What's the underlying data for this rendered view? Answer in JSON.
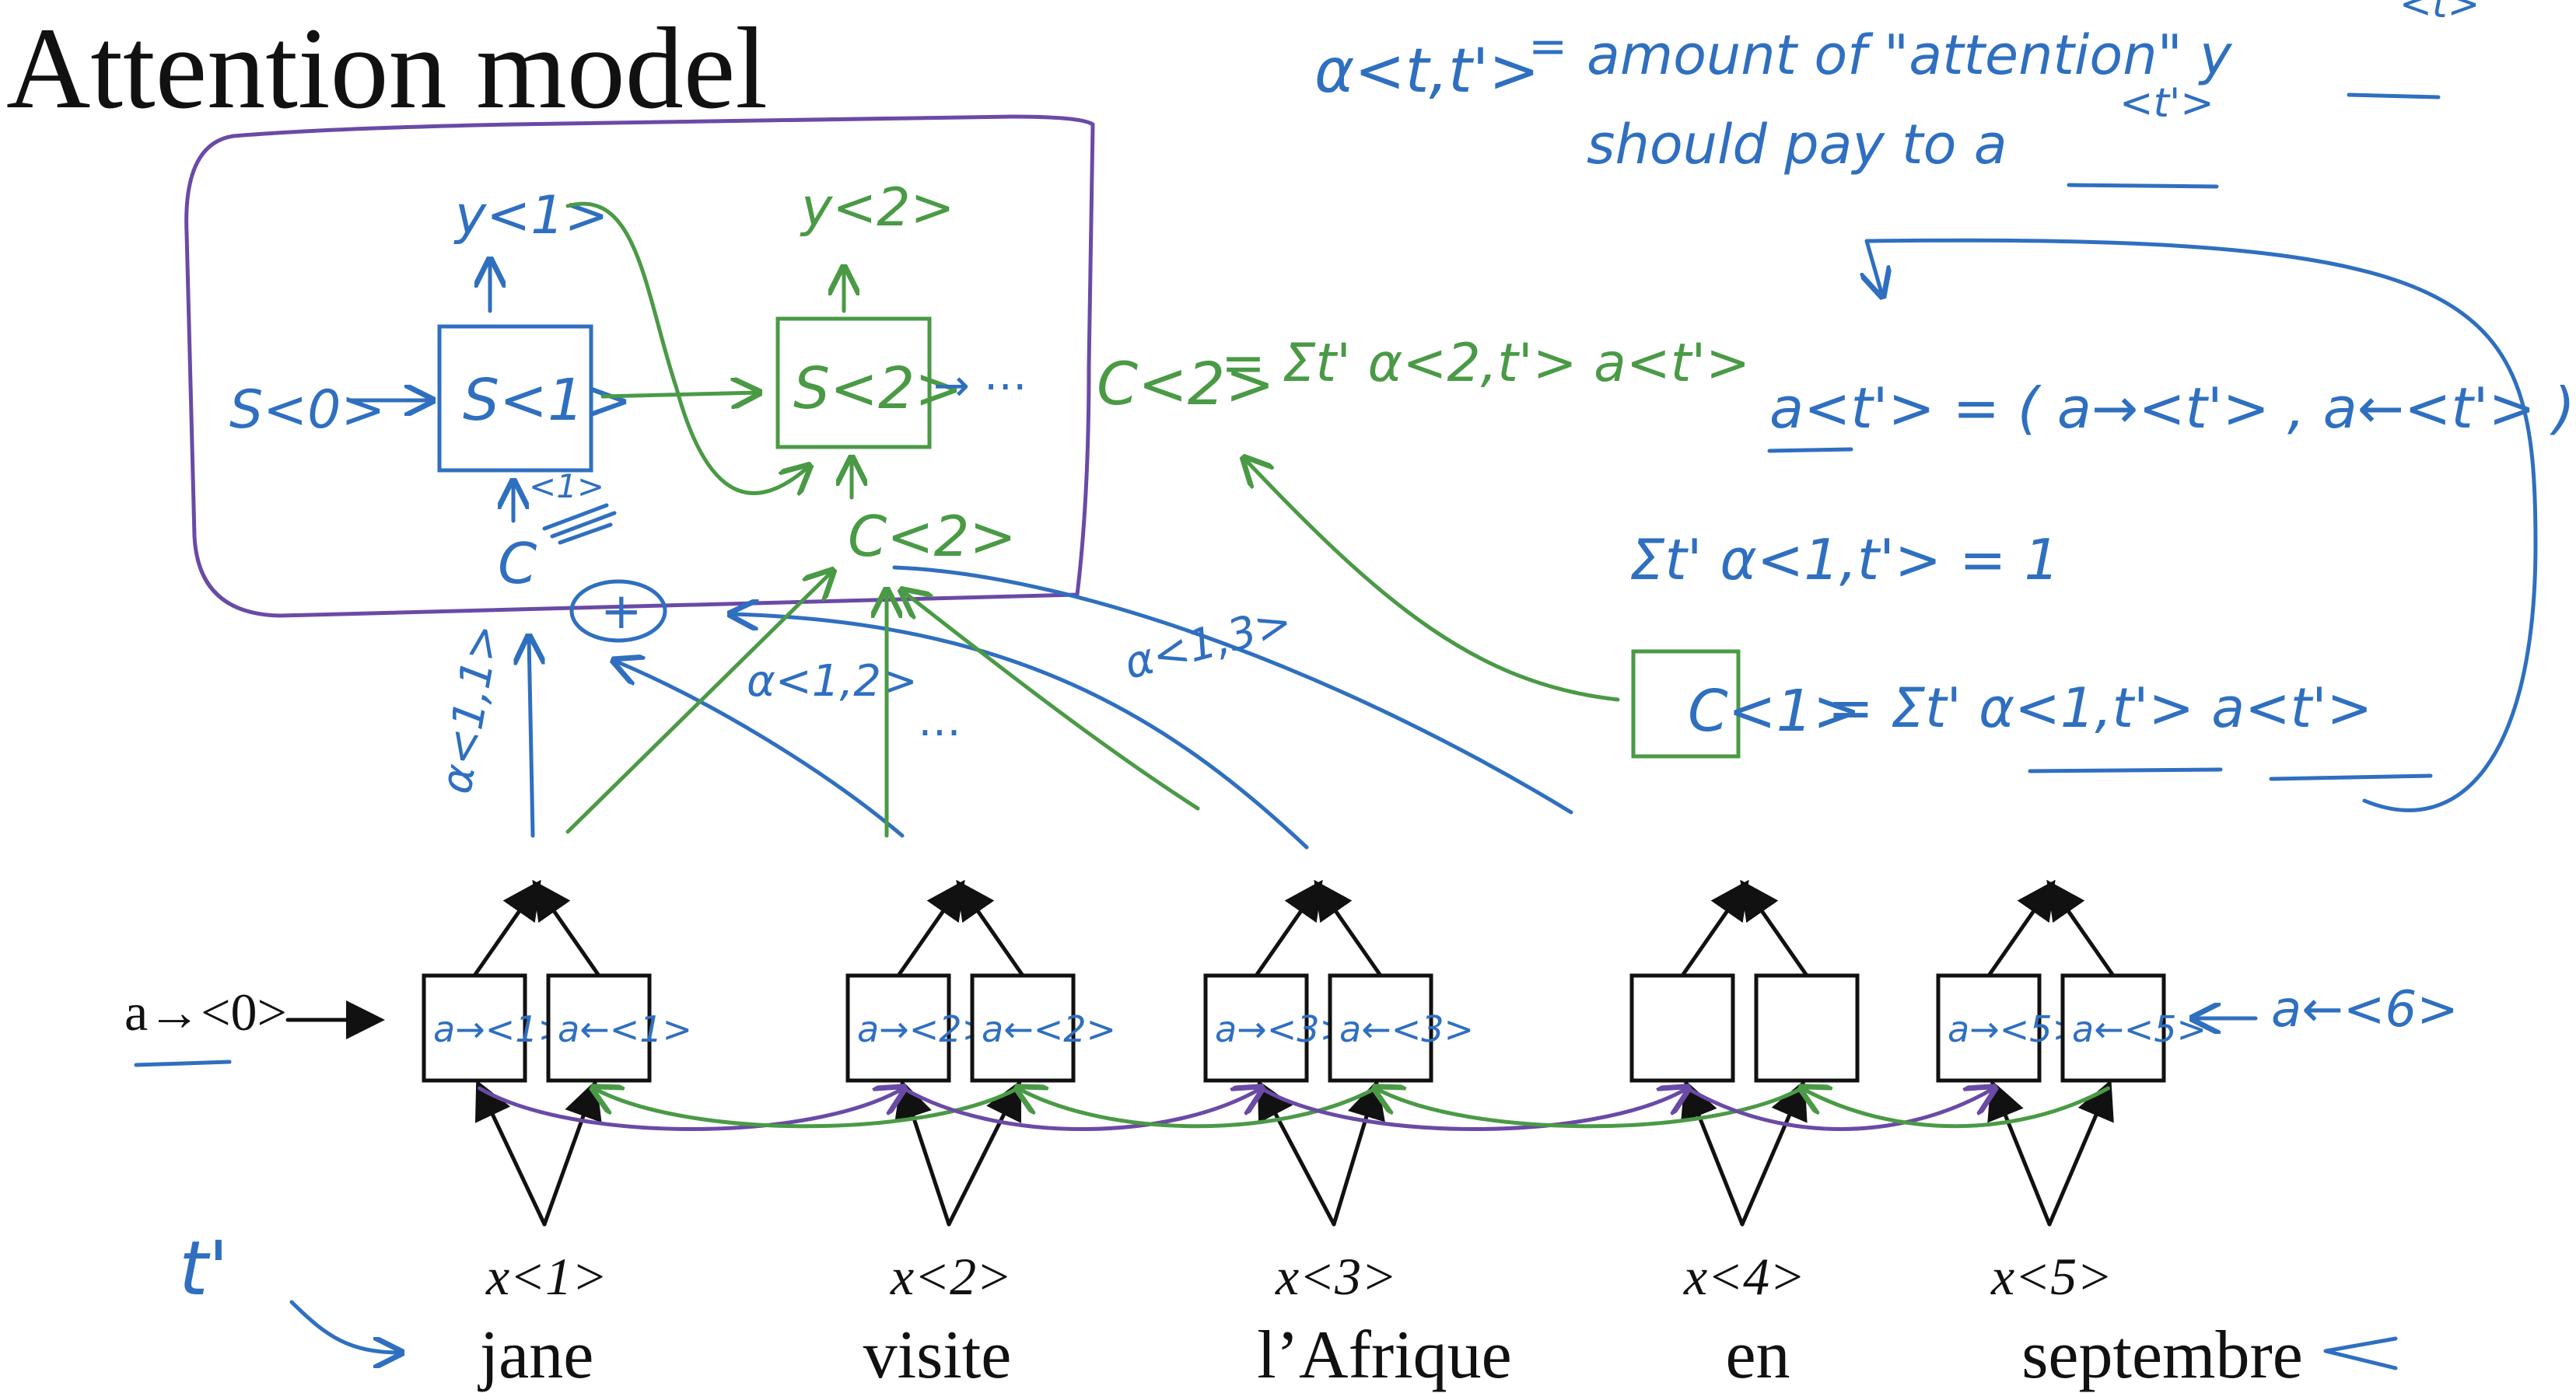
{
  "title": "Attention model",
  "definition": {
    "lhs": "α<t,t'>",
    "equals": "=",
    "line1": "amount of \"attention\" y",
    "line1_sup": "<t>",
    "line2": "should pay to a",
    "line2_sup": "<t'>"
  },
  "decoder": {
    "s0": "S<0>",
    "s1": "S<1>",
    "s2": "S<2>",
    "y1": "y<1>",
    "y2": "y<2>",
    "c1": "C",
    "c1_sup": "<1>",
    "c2": "C<2>",
    "plus": "+",
    "ellipsis": "→ ⋯",
    "alpha11": "α<1,1>",
    "alpha12": "α<1,2>",
    "alpha13": "α<1,3>",
    "dots": "⋯"
  },
  "equations": {
    "c2_lhs": "C<2>",
    "c2_rhs": "= Σt' α<2,t'> a<t'>",
    "a_def": "a<t'> = ( a→<t'> , a←<t'> )",
    "sum_def": "Σt' α<1,t'> = 1",
    "c1_lhs": "C<1>",
    "c1_rhs": "= Σt' α<1,t'> a<t'>"
  },
  "encoder": {
    "a0": "a→<0>",
    "a6": "a←<6>",
    "forward_labels": [
      "a→<1>",
      "a→<2>",
      "a→<3>",
      "",
      "a→<5>"
    ],
    "backward_labels": [
      "a←<1>",
      "a←<2>",
      "a←<3>",
      "",
      "a←<5>"
    ],
    "inputs": [
      "x<1>",
      "x<2>",
      "x<3>",
      "x<4>",
      "x<5>"
    ],
    "words": [
      "jane",
      "visite",
      "l’Afrique",
      "en",
      "septembre"
    ],
    "tprime": "t'"
  }
}
